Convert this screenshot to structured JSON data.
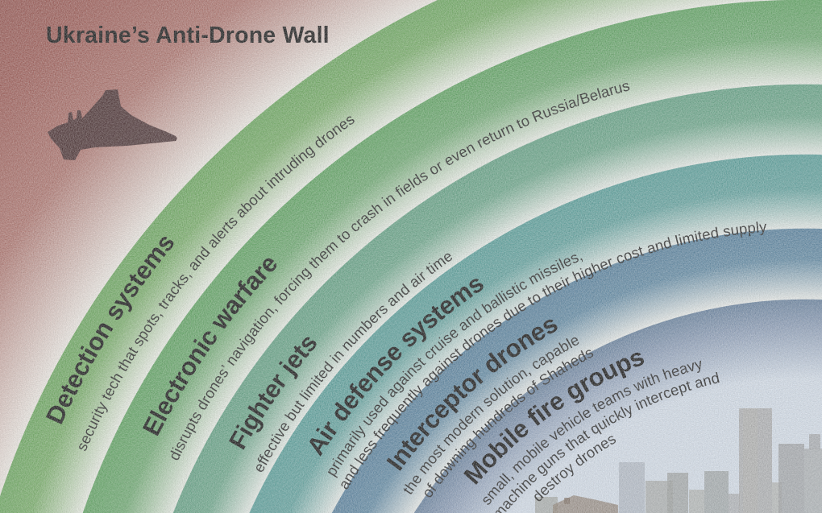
{
  "heading": "Ukraine’s Anti-Drone Wall",
  "layers": [
    {
      "name": "Detection systems",
      "description": "security tech that spots, tracks, and alerts about intruding drones",
      "desc_lines": [
        "security tech that spots, tracks, and alerts about intruding drones"
      ],
      "color": "#68a95b"
    },
    {
      "name": "Electronic warfare",
      "description": "disrupts drones’ navigation, forcing them to crash in fields or even return to Russia/Belarus",
      "desc_lines": [
        "disrupts drones’ navigation, forcing them to crash in fields or even return to Russia/Belarus"
      ],
      "color": "#5ba55e"
    },
    {
      "name": "Fighter jets",
      "description": "effective but limited in numbers and air time",
      "desc_lines": [
        "effective but limited in numbers and air time"
      ],
      "color": "#60a384"
    },
    {
      "name": "Air defense systems",
      "description": "primarily used against cruise and ballistic missiles, and less frequently against drones due to their higher cost and limited supply",
      "desc_lines": [
        "primarily used against cruise and ballistic missiles,",
        "and less frequently against drones due to their higher cost and limited supply"
      ],
      "color": "#55a09b"
    },
    {
      "name": "Interceptor drones",
      "description": "the most modern solution, capable of downing hundreds of Shaheds",
      "desc_lines": [
        "the most modern solution, capable",
        "of downing hundreds of Shaheds"
      ],
      "color": "#54809f"
    },
    {
      "name": "Mobile fire groups",
      "description": "small, mobile vehicle teams with heavy machine guns that quickly intercept and destroy drones",
      "desc_lines": [
        "small, mobile vehicle teams with heavy",
        "machine guns that quickly intercept and",
        "destroy drones"
      ],
      "color": "#64809f"
    }
  ],
  "scene": {
    "threat_icon": "shahed-drone-silhouette",
    "protected_icon": "city-skyline-silhouette",
    "outer_background_color": "#9d5751",
    "center_sky_color": "#dfe9f5",
    "city_color": "#a3a7ab",
    "drone_color": "#3c2326",
    "text_color": "#0b0b0b"
  }
}
